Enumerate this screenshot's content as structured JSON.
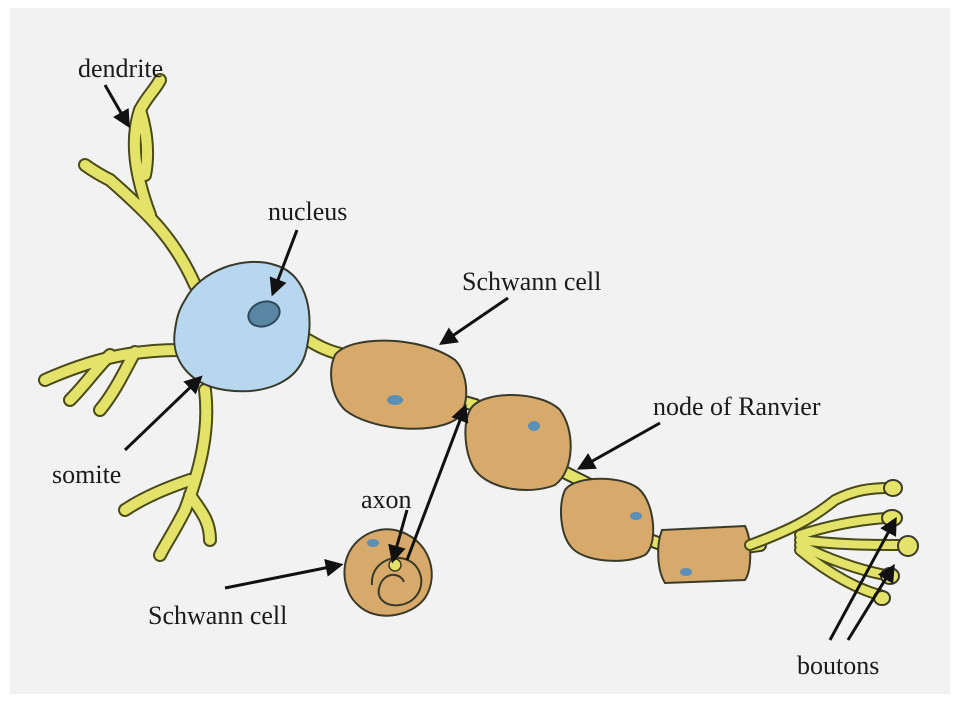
{
  "labels": {
    "dendrite": "dendrite",
    "nucleus": "nucleus",
    "schwann_cell_top": "Schwann cell",
    "node_of_ranvier": "node of Ranvier",
    "somite": "somite",
    "axon": "axon",
    "schwann_cell_bottom": "Schwann cell",
    "boutons": "boutons"
  },
  "colors": {
    "background": "#f2f2f2",
    "soma": "#b7d7ee",
    "nucleus": "#5b86a3",
    "dendrite": "#e3e36a",
    "schwann": "#d7a96a",
    "schwann_spot": "#5b8fb5",
    "outline": "#3a3a2a"
  }
}
